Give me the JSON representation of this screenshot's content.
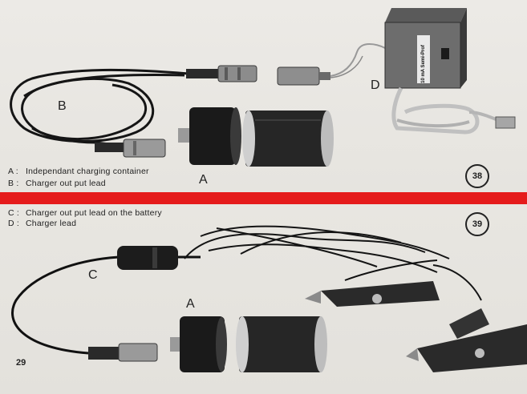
{
  "figure_38": {
    "number": "38",
    "labels": {
      "b": "B",
      "d": "D",
      "a": "A"
    },
    "box_text": "10 mA Semi-Prof",
    "captions": [
      {
        "key": "A :",
        "text": "Independant charging container"
      },
      {
        "key": "B :",
        "text": "Charger out put lead"
      }
    ]
  },
  "figure_39": {
    "number": "39",
    "labels": {
      "c": "C",
      "a": "A"
    },
    "captions": [
      {
        "key": "C :",
        "text": "Charger out put lead on the battery"
      },
      {
        "key": "D :",
        "text": "Charger lead"
      }
    ]
  },
  "page_number": "29"
}
